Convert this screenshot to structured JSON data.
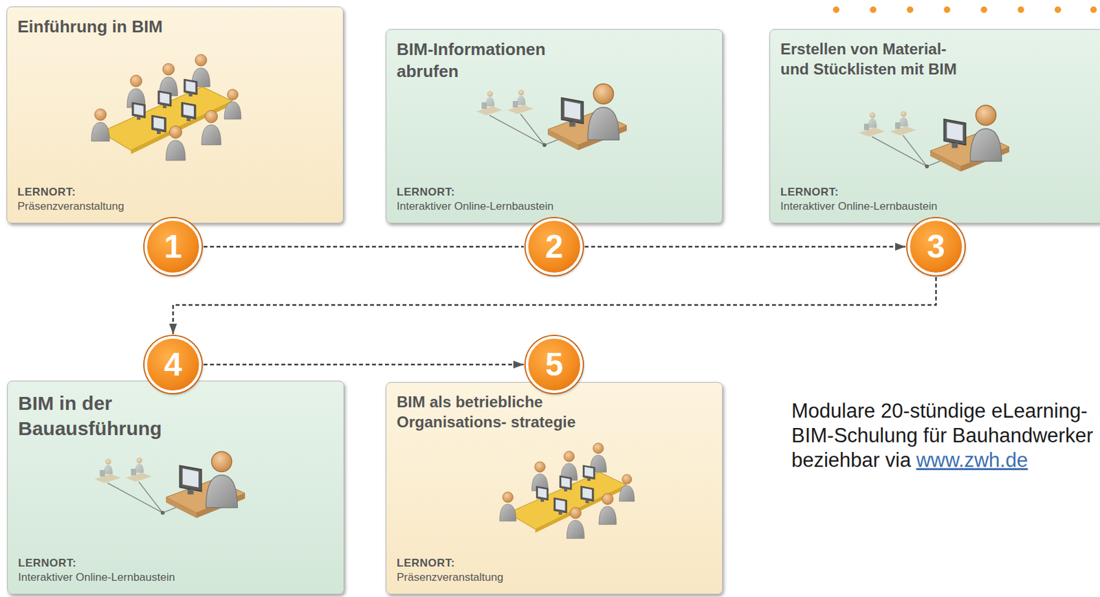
{
  "diagram": {
    "nodes": [
      {
        "text": [
          "Einführung in BIM",
          "LERNORT:",
          "Präsenzveranstaltung"
        ]
      },
      {
        "text": [
          "1"
        ]
      },
      {
        "text": [
          "BIM-Informationen abrufen",
          "LERNORT:",
          "Interaktiver Online-Lernbaustein"
        ]
      },
      {
        "text": [
          "2"
        ]
      },
      {
        "text": [
          "Erstellen von Material- und Stücklisten mit BIM",
          "LERNORT:",
          "Interaktiver Online-Lernbaustein"
        ]
      },
      {
        "text": [
          "3"
        ]
      },
      {
        "text": [
          "4"
        ]
      },
      {
        "text": [
          "5"
        ]
      },
      {
        "text": [
          "BIM in der Bauausführung",
          "LERNORT:",
          "Interaktiver Online-Lernbaustein"
        ]
      },
      {
        "text": [
          "BIM als betriebliche Organisations- strategie",
          "LERNORT:",
          "Präsenzveranstaltung"
        ]
      }
    ],
    "edges": [
      {
        "from": 1,
        "to": 3,
        "arrow": "none"
      },
      {
        "from": 3,
        "to": 5,
        "arrow": "to"
      },
      {
        "from": 5,
        "to": 6,
        "arrow": "to"
      },
      {
        "from": 6,
        "to": 7,
        "arrow": "to"
      }
    ],
    "labels": [
      "Modulare 20-stündige eLearning-BIM-Schulung für Bauhandwerker beziehbar via",
      "www.zwh.de"
    ]
  }
}
